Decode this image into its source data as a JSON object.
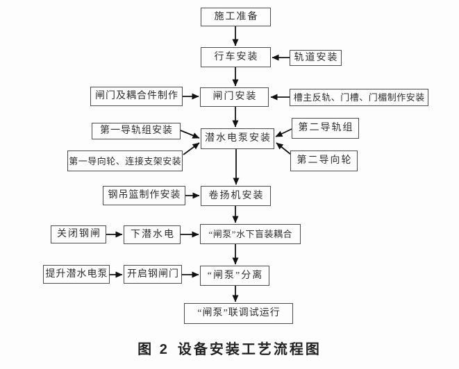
{
  "figure": {
    "caption": {
      "label": "图 2",
      "title": "设备安装工艺流程图"
    },
    "nodes": {
      "prep": "施工准备",
      "crane": "行车安装",
      "track": "轨道安装",
      "gate_fab": "闸门及耦合件制作",
      "gate": "闸门安装",
      "slot_fab": "槽主反轨、门槽、门楣制作安装",
      "rail1": "第一导轨组安装",
      "guide1": "第一导向轮、连接支架安装",
      "pump": "潜水电泵安装",
      "rail2": "第二导轨组",
      "guide2": "第二导向轮",
      "basket": "钢吊篮制作安装",
      "winch": "卷扬机安装",
      "close_gate": "关闭钢闸",
      "lower": "下潜水电",
      "blind": "“闸泵”水下盲装耦合",
      "lift": "提升潜水电泵",
      "open_gate": "开启钢闸门",
      "separate": "“闸泵”分离",
      "joint": "“闸泵”联调试运行"
    },
    "colors": {
      "arrow": "#111111",
      "box_border": "#4b4b4b",
      "text": "#2e2e2e"
    }
  }
}
